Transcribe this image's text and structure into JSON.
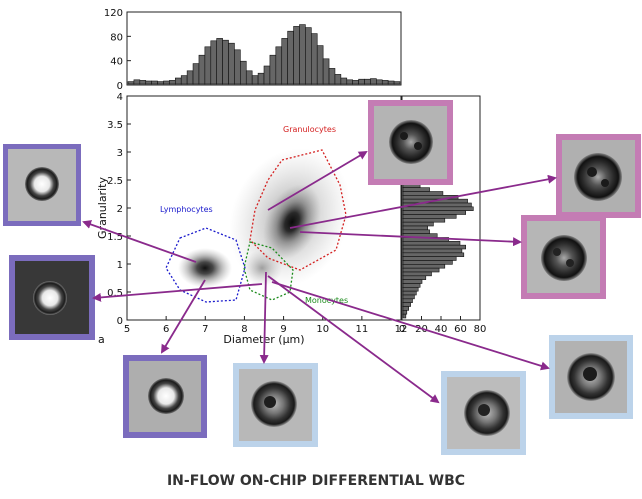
{
  "chart_data": {
    "type": "scatter",
    "xlabel": "Diameter (µm)",
    "ylabel": "Granularity",
    "xlim": [
      5,
      12
    ],
    "ylim": [
      0,
      4
    ],
    "x_ticks": [
      "5",
      "6",
      "7",
      "8",
      "9",
      "10",
      "11",
      "12"
    ],
    "y_ticks": [
      "0",
      "0.5",
      "1",
      "1.5",
      "2",
      "2.5",
      "3",
      "3.5",
      "4"
    ],
    "gates": [
      {
        "name": "Lymphocytes",
        "color": "#1a1acc"
      },
      {
        "name": "Granulocytes",
        "color": "#d42020"
      },
      {
        "name": "Monocytes",
        "color": "#1a8a1a"
      }
    ],
    "top_histogram": {
      "ylim": [
        0,
        120
      ],
      "y_ticks": [
        "0",
        "40",
        "80",
        "120"
      ],
      "values": [
        4,
        7,
        6,
        5,
        5,
        4,
        5,
        6,
        10,
        14,
        22,
        34,
        48,
        62,
        72,
        76,
        73,
        68,
        57,
        38,
        22,
        14,
        18,
        30,
        48,
        62,
        76,
        88,
        96,
        99,
        94,
        84,
        64,
        42,
        26,
        16,
        10,
        7,
        6,
        8,
        8,
        9,
        7,
        6,
        5,
        4
      ]
    },
    "right_histogram": {
      "xlim": [
        0,
        80
      ],
      "x_ticks": [
        "0",
        "20",
        "40",
        "60",
        "80"
      ],
      "values": [
        12,
        18,
        28,
        42,
        58,
        68,
        72,
        74,
        66,
        56,
        44,
        32,
        26,
        28,
        36,
        48,
        60,
        66,
        62,
        64,
        56,
        52,
        44,
        38,
        30,
        24,
        20,
        18,
        16,
        14,
        12,
        10,
        8,
        6,
        4,
        3
      ]
    }
  },
  "panel_label": "a",
  "caption": "IN-FLOW ON-CHIP DIFFERENTIAL WBC",
  "colors": {
    "lymphocyte_frame": "#7b6cbd",
    "granulocyte_frame": "#c47cb4",
    "monocyte_frame": "#bcd3ea",
    "arrow": "#8a2a8c"
  }
}
